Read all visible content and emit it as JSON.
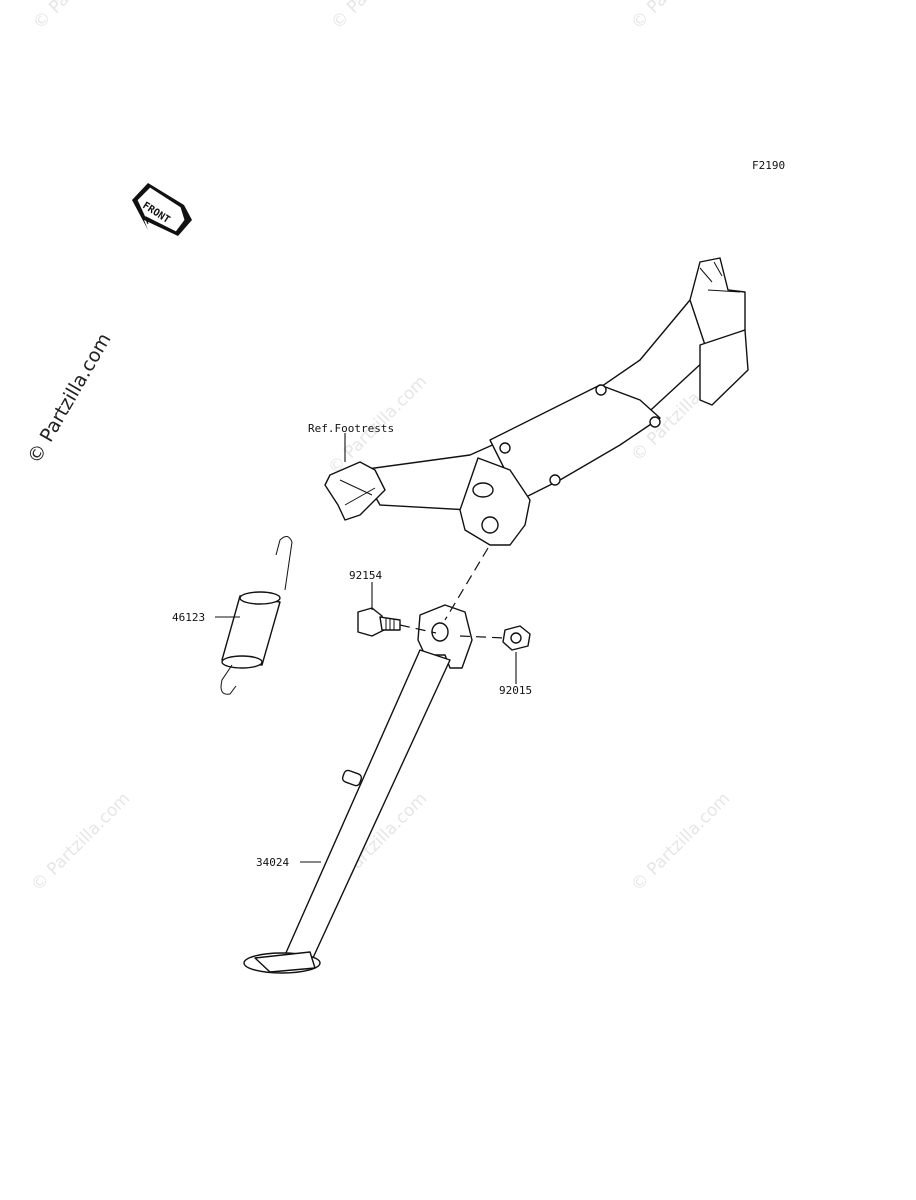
{
  "diagram_code": "F2190",
  "front_arrow": {
    "label": "FRONT",
    "icon": "front-direction-arrow-icon"
  },
  "watermark": {
    "text": "© Partzilla.com"
  },
  "callouts": [
    {
      "id": "frame",
      "label": "Ref.Footrests"
    },
    {
      "id": "spring",
      "label": "46123"
    },
    {
      "id": "bolt",
      "label": "92154"
    },
    {
      "id": "nut",
      "label": "92015"
    },
    {
      "id": "stand",
      "label": "34024"
    }
  ]
}
